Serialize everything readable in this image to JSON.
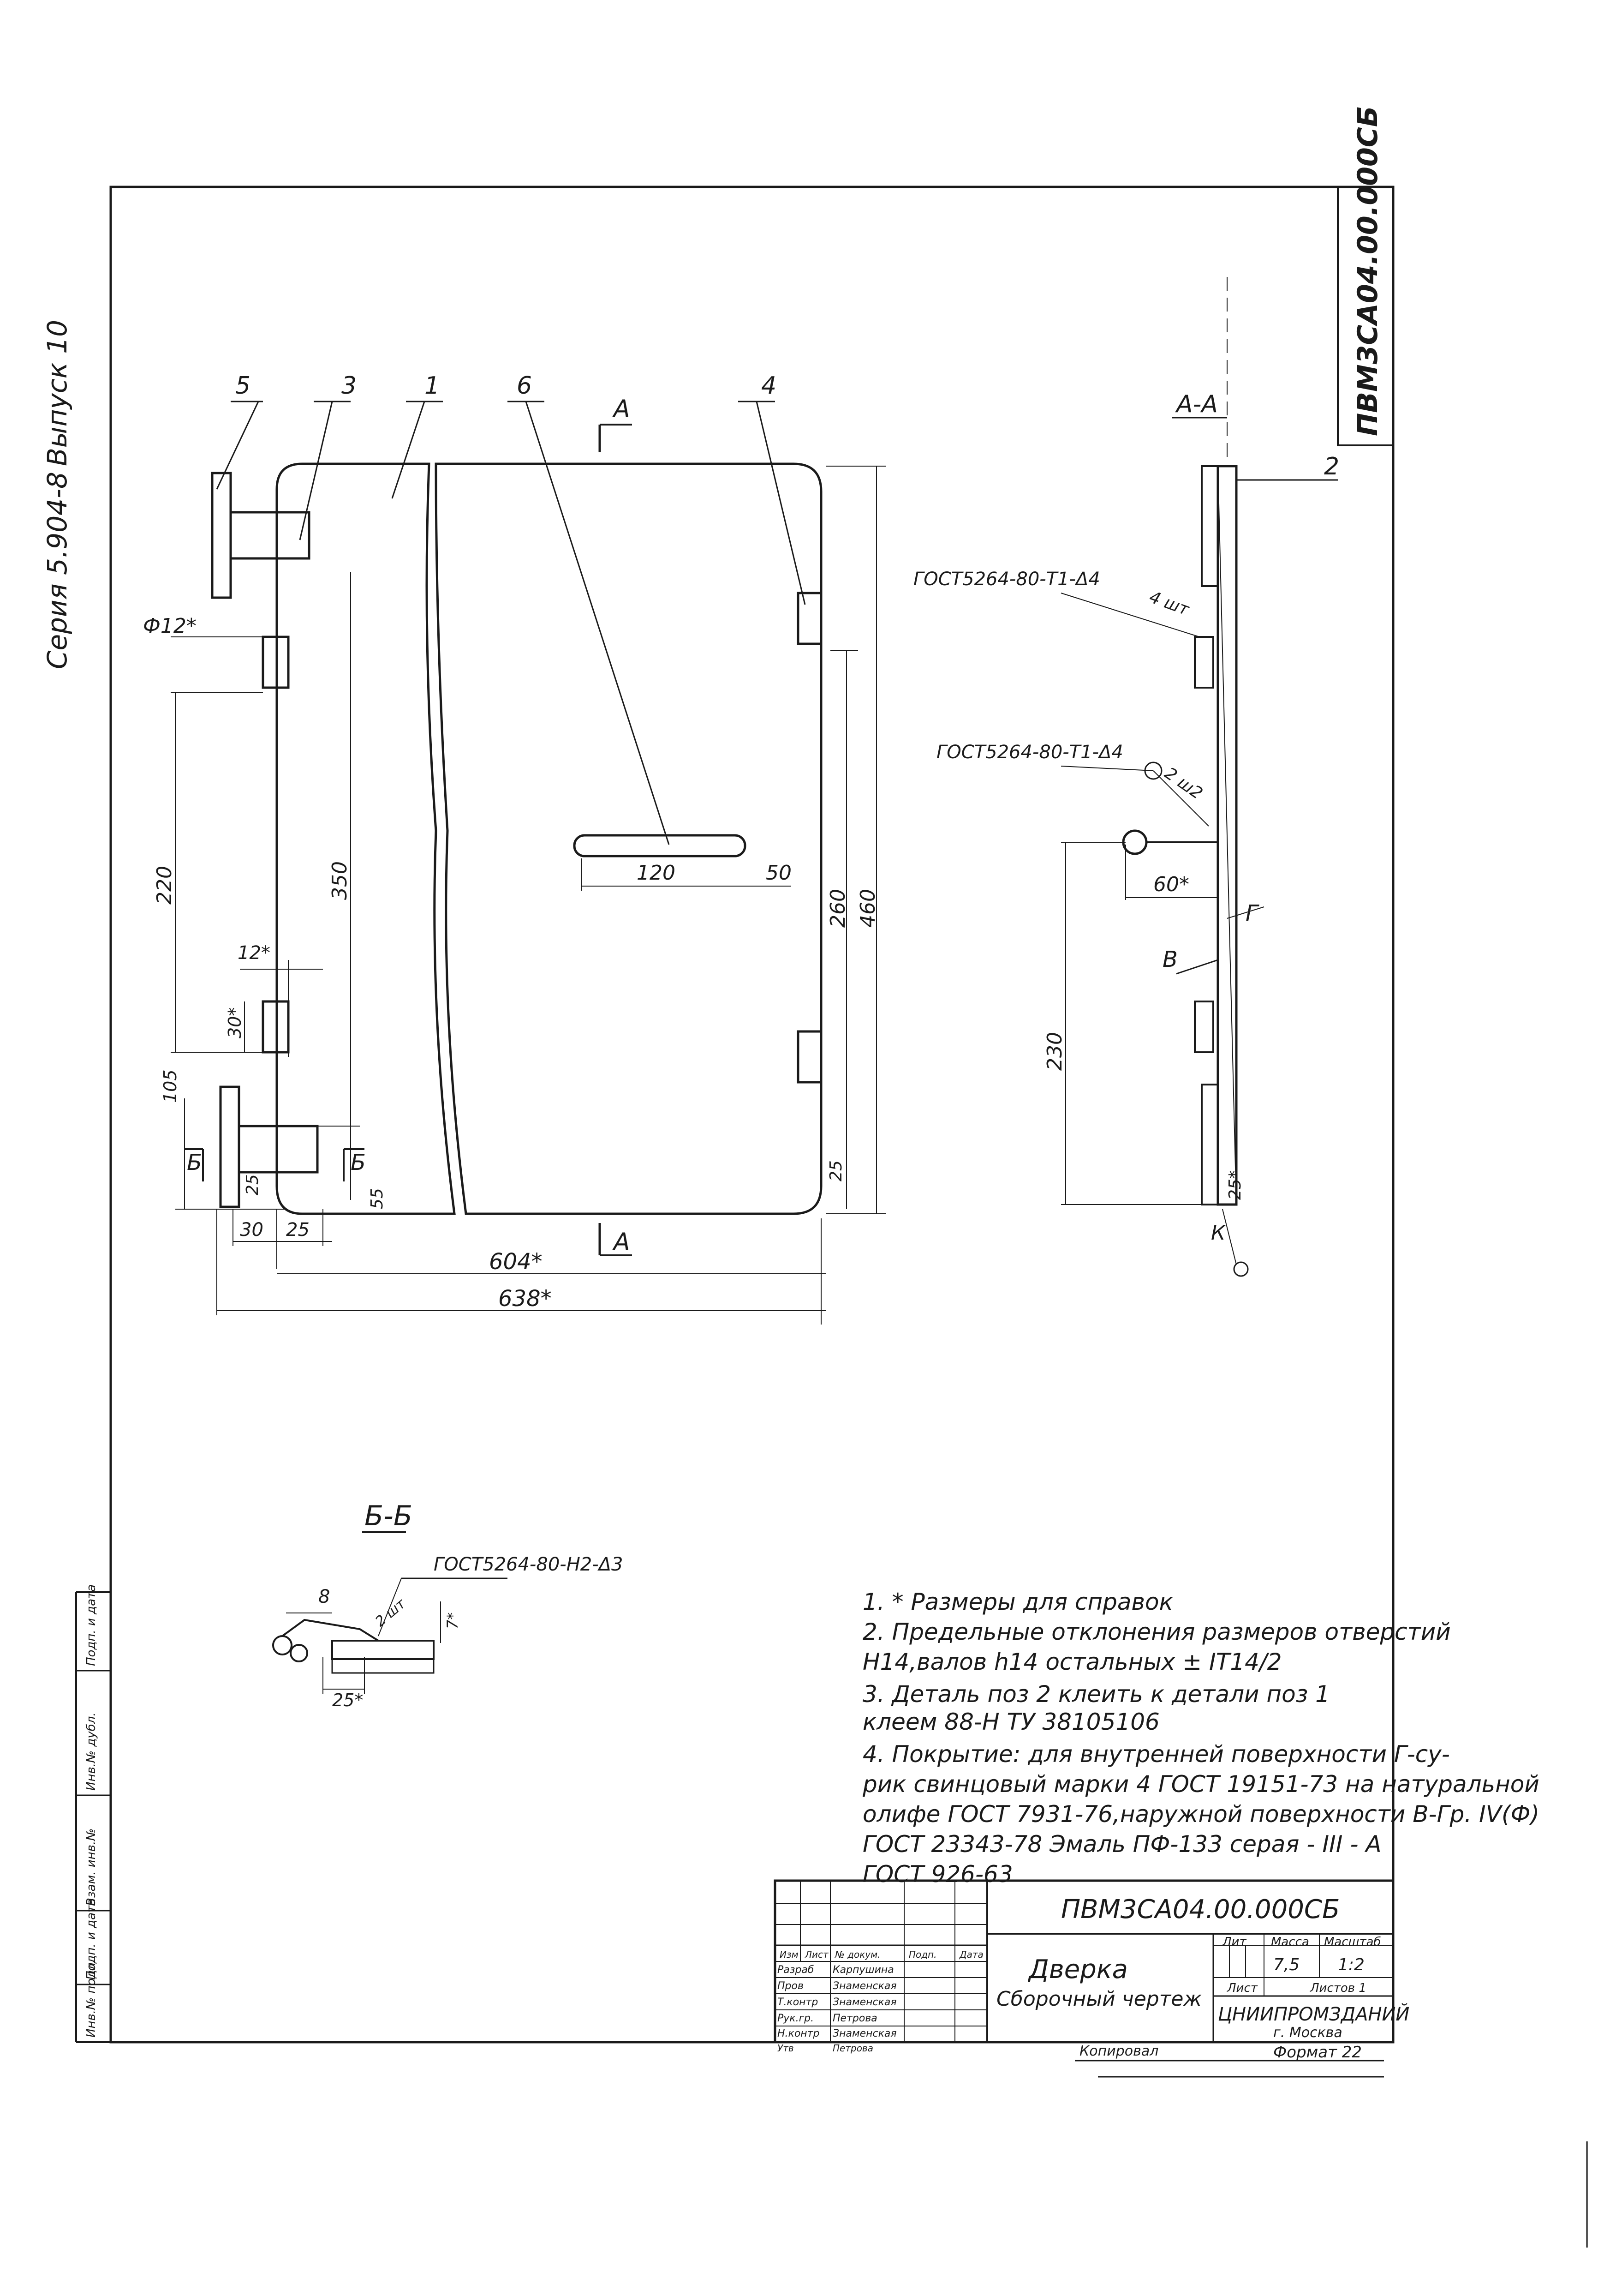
{
  "side_strip": {
    "series": "Серия 5.904-8",
    "issue": "Выпуск 10"
  },
  "stamp_corner": "ПВМ3СА04.00.000СБ",
  "main_view": {
    "leaders": [
      "5",
      "3",
      "1",
      "6",
      "4"
    ],
    "section_mark": "А",
    "section_mark_bottom": "А",
    "dims": {
      "d12": "Ф12*",
      "d220": "220",
      "d350": "350",
      "d12b": "12*",
      "d30v": "30*",
      "d105": "105",
      "d120": "120",
      "d50": "50",
      "d260": "260",
      "d460": "460",
      "d25": "25",
      "d55": "55",
      "d30": "30",
      "d25b": "25",
      "d604": "604*",
      "d638": "638*",
      "b_left": "Б",
      "b_right": "Б"
    }
  },
  "section_aa": {
    "title": "А-А",
    "pos2": "2",
    "weld1": "ГОСТ5264-80-Т1-Δ4",
    "weld1_count": "4 шт",
    "weld2": "ГОСТ5264-80-Т1-Δ4",
    "weld2_count": "2 ш2",
    "d60": "60*",
    "d230": "230",
    "label_g": "Г",
    "label_v": "В",
    "d25": "25*",
    "label_k": "К"
  },
  "section_bb": {
    "title": "Б-Б",
    "weld": "ГОСТ5264-80-Н2-Δ3",
    "d8": "8",
    "count": "2 шт",
    "d7": "7*",
    "d25": "25*"
  },
  "notes": [
    "1. * Размеры для справок",
    "2. Предельные отклонения размеров отверстий",
    "    Н14,валов h14 остальных ± IT14/2",
    "3. Деталь поз 2 клеить к детали поз 1",
    "    клеем 88-Н ТУ 38105106",
    "4. Покрытие: для внутренней поверхности Г-су-",
    "    рик свинцовый марки 4 ГОСТ 19151-73 на натуральной",
    "    олифе ГОСТ 7931-76,наружной поверхности В-Гр. IV(Ф)",
    "    ГОСТ 23343-78 Эмаль ПФ-133 серая - III - А",
    "    ГОСТ 926-63"
  ],
  "title_block": {
    "code": "ПВМ3СА04.00.000СБ",
    "name": "Дверка",
    "doc_type": "Сборочный чертеж",
    "col_lit": "Лит",
    "col_mass": "Масса",
    "col_scale": "Масштаб",
    "mass": "7,5",
    "scale": "1:2",
    "sheet": "Лист",
    "sheets": "Листов 1",
    "org": "ЦНИИПРОМЗДАНИЙ",
    "city": "г. Москва",
    "head_cols": [
      "Изм",
      "Лист",
      "№ докум.",
      "Подп.",
      "Дата"
    ],
    "roles": [
      "Разраб",
      "Пров",
      "Т.контр",
      "Рук.гр.",
      "Н.контр",
      "Утв"
    ],
    "names": [
      "Карпушина",
      "Знаменская",
      "Знаменская",
      "Петрова",
      "Знаменская",
      "Петрова"
    ]
  },
  "bottom": {
    "copied": "Копировал",
    "format": "Формат 22"
  },
  "left_strip": {
    "labels": [
      "Инв.№ подл.",
      "Подп. и дата",
      "Взам. инв.№",
      "Инв.№ дубл.",
      "Подп. и дата"
    ]
  }
}
